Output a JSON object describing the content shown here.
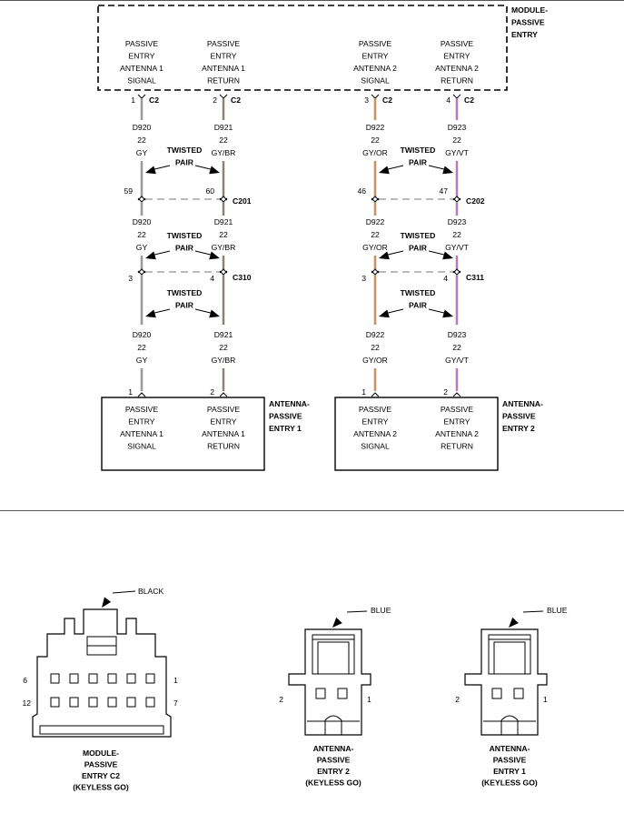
{
  "module": {
    "label": [
      "MODULE-",
      "PASSIVE",
      "ENTRY"
    ],
    "pins": [
      [
        "PASSIVE",
        "ENTRY",
        "ANTENNA 1",
        "SIGNAL"
      ],
      [
        "PASSIVE",
        "ENTRY",
        "ANTENNA 1",
        "RETURN"
      ],
      [
        "PASSIVE",
        "ENTRY",
        "ANTENNA 2",
        "SIGNAL"
      ],
      [
        "PASSIVE",
        "ENTRY",
        "ANTENNA 2",
        "RETURN"
      ]
    ]
  },
  "wires": [
    {
      "pin": "1",
      "circuit": "D920",
      "gauge": "22",
      "color": "GY",
      "c201_pin": "59",
      "c310_pin": "3",
      "end_pin": "1",
      "stroke": "#9c9c9c",
      "stroke2": "#9c9c9c"
    },
    {
      "pin": "2",
      "circuit": "D921",
      "gauge": "22",
      "color": "GY/BR",
      "c201_pin": "60",
      "c310_pin": "4",
      "end_pin": "2",
      "stroke": "#9c9c9c",
      "stroke2": "#8a6d55"
    },
    {
      "pin": "3",
      "circuit": "D922",
      "gauge": "22",
      "color": "GY/OR",
      "c201_pin": "46",
      "c310_pin": "3",
      "end_pin": "1",
      "stroke": "#9c9c9c",
      "stroke2": "#e8902e"
    },
    {
      "pin": "4",
      "circuit": "D923",
      "gauge": "22",
      "color": "GY/VT",
      "c201_pin": "47",
      "c310_pin": "4",
      "end_pin": "2",
      "stroke": "#9c9c9c",
      "stroke2": "#d15fd6"
    }
  ],
  "connectors": {
    "c2": "C2",
    "c201": "C201",
    "c202": "C202",
    "c310": "C310",
    "c311": "C311"
  },
  "twisted_pair": [
    "TWISTED",
    "PAIR"
  ],
  "antenna1": {
    "label": [
      "ANTENNA-",
      "PASSIVE",
      "ENTRY 1"
    ],
    "pins": [
      [
        "PASSIVE",
        "ENTRY",
        "ANTENNA 1",
        "SIGNAL"
      ],
      [
        "PASSIVE",
        "ENTRY",
        "ANTENNA 1",
        "RETURN"
      ]
    ]
  },
  "antenna2": {
    "label": [
      "ANTENNA-",
      "PASSIVE",
      "ENTRY 2"
    ],
    "pins": [
      [
        "PASSIVE",
        "ENTRY",
        "ANTENNA 2",
        "SIGNAL"
      ],
      [
        "PASSIVE",
        "ENTRY",
        "ANTENNA 2",
        "RETURN"
      ]
    ]
  },
  "connector_views": [
    {
      "color_label": "BLACK",
      "caption": [
        "MODULE-",
        "PASSIVE",
        "ENTRY C2",
        "(KEYLESS GO)"
      ],
      "pin_labels": [
        "6",
        "1",
        "12",
        "7"
      ]
    },
    {
      "color_label": "BLUE",
      "caption": [
        "ANTENNA-",
        "PASSIVE",
        "ENTRY 2",
        "(KEYLESS GO)"
      ],
      "pin_labels": [
        "2",
        "1"
      ]
    },
    {
      "color_label": "BLUE",
      "caption": [
        "ANTENNA-",
        "PASSIVE",
        "ENTRY 1",
        "(KEYLESS GO)"
      ],
      "pin_labels": [
        "2",
        "1"
      ]
    }
  ]
}
